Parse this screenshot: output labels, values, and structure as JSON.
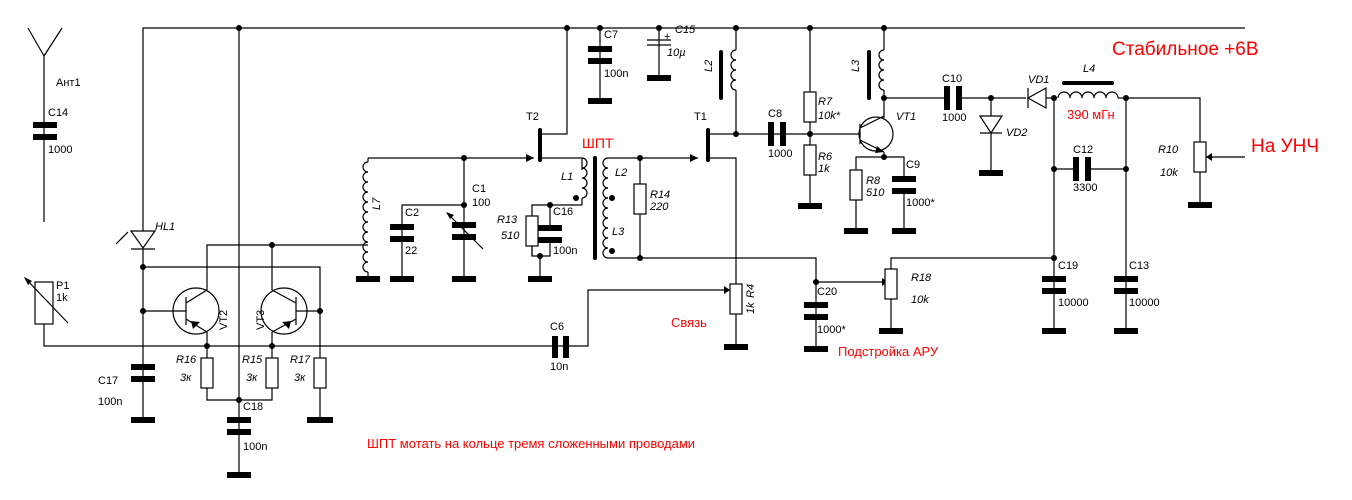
{
  "annotations": {
    "supply": "Стабильное +6В",
    "output": "На УНЧ",
    "l4_value": "390 мГн",
    "shpt": "ШПТ",
    "coupling": "Связь",
    "agc": "Подстройка АРУ",
    "note": "ШПТ мотать на кольце тремя сложенными проводами"
  },
  "colors": {
    "wire": "#000000",
    "annotation": "#ff0000",
    "background": "#ffffff"
  },
  "components": {
    "ant1": {
      "ref": "Ант1"
    },
    "c14": {
      "ref": "C14",
      "value": "1000"
    },
    "p1": {
      "ref": "P1",
      "value": "1k"
    },
    "hl1": {
      "ref": "HL1"
    },
    "vt2": {
      "ref": "VT2"
    },
    "vt3": {
      "ref": "VT3"
    },
    "c17": {
      "ref": "C17",
      "value": "100n"
    },
    "r16": {
      "ref": "R16",
      "value": "3к"
    },
    "r15": {
      "ref": "R15",
      "value": "3к"
    },
    "r17": {
      "ref": "R17",
      "value": "3к"
    },
    "c18": {
      "ref": "C18",
      "value": "100n"
    },
    "l7": {
      "ref": "L7"
    },
    "c2": {
      "ref": "C2",
      "value": "22"
    },
    "c1": {
      "ref": "C1",
      "value": "100"
    },
    "t2": {
      "ref": "T2"
    },
    "r13": {
      "ref": "R13",
      "value": "510"
    },
    "c16": {
      "ref": "C16",
      "value": "100n"
    },
    "l1": {
      "ref": "L1"
    },
    "l2t": {
      "ref": "L2"
    },
    "l3t": {
      "ref": "L3"
    },
    "r14": {
      "ref": "R14",
      "value": "220"
    },
    "c6": {
      "ref": "C6",
      "value": "10n"
    },
    "c7": {
      "ref": "C7",
      "value": "100n"
    },
    "c15": {
      "ref": "C15",
      "value": "10µ",
      "polarity": "+"
    },
    "l2": {
      "ref": "L2"
    },
    "t1": {
      "ref": "T1"
    },
    "r4": {
      "ref": "R4",
      "value": "1k"
    },
    "c8": {
      "ref": "C8",
      "value": "1000"
    },
    "r7": {
      "ref": "R7",
      "value": "10k*"
    },
    "r6": {
      "ref": "R6",
      "value": "1k"
    },
    "l3": {
      "ref": "L3"
    },
    "vt1": {
      "ref": "VT1"
    },
    "r8": {
      "ref": "R8",
      "value": "510"
    },
    "c9": {
      "ref": "C9",
      "value": "1000*"
    },
    "c20": {
      "ref": "C20",
      "value": "1000*"
    },
    "r18": {
      "ref": "R18",
      "value": "10k"
    },
    "c10": {
      "ref": "C10",
      "value": "1000"
    },
    "vd1": {
      "ref": "VD1"
    },
    "vd2": {
      "ref": "VD2"
    },
    "l4": {
      "ref": "L4"
    },
    "c12": {
      "ref": "C12",
      "value": "3300"
    },
    "c19": {
      "ref": "C19",
      "value": "10000"
    },
    "c13": {
      "ref": "C13",
      "value": "10000"
    },
    "r10": {
      "ref": "R10",
      "value": "10k"
    }
  }
}
